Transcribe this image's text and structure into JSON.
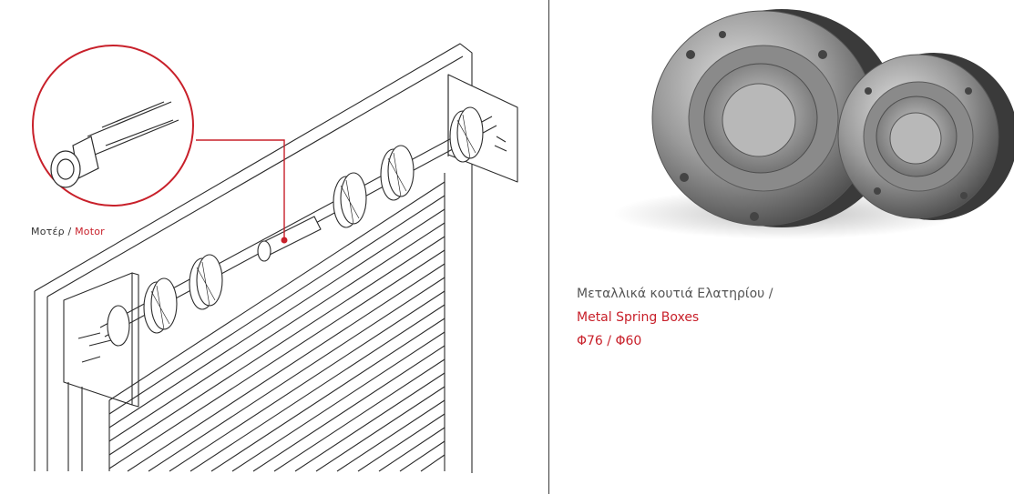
{
  "colors": {
    "accent": "#c8202a",
    "line": "#2b2b2b",
    "divider": "#3a3a3a"
  },
  "illustration": {
    "caption_greek": "Μοτέρ",
    "caption_separator": " / ",
    "caption_english": "Motor"
  },
  "product": {
    "title_greek": "Μεταλλικά κουτιά Ελατηρίου /",
    "title_english": "Metal Spring Boxes",
    "sizes": "Φ76 / Φ60"
  }
}
